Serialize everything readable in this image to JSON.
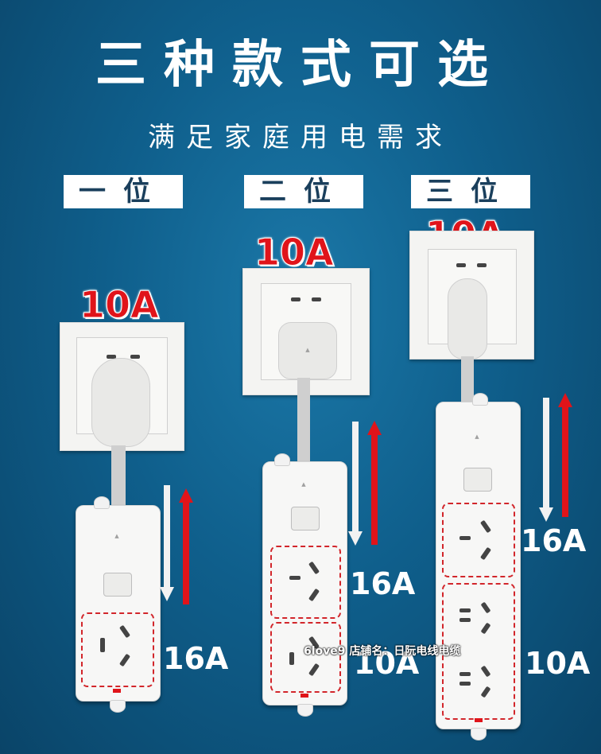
{
  "header": {
    "title": "三种款式可选",
    "subtitle": "满足家庭用电需求"
  },
  "options": [
    {
      "label": "一位",
      "plug_rating": "10A",
      "socket_rating": "16A"
    },
    {
      "label": "二位",
      "plug_rating": "10A",
      "socket_rating": "16A"
    },
    {
      "label": "三位",
      "plug_rating": "10A",
      "socket_rating_top": "16A",
      "socket_rating_bottom": "10A"
    }
  ],
  "middle_bottom_rating": "10A",
  "watermark": "6love9 店铺名：日阮电线电缆",
  "colors": {
    "background": "#0f5f8c",
    "accent_red": "#e0141a",
    "white": "#ffffff"
  }
}
